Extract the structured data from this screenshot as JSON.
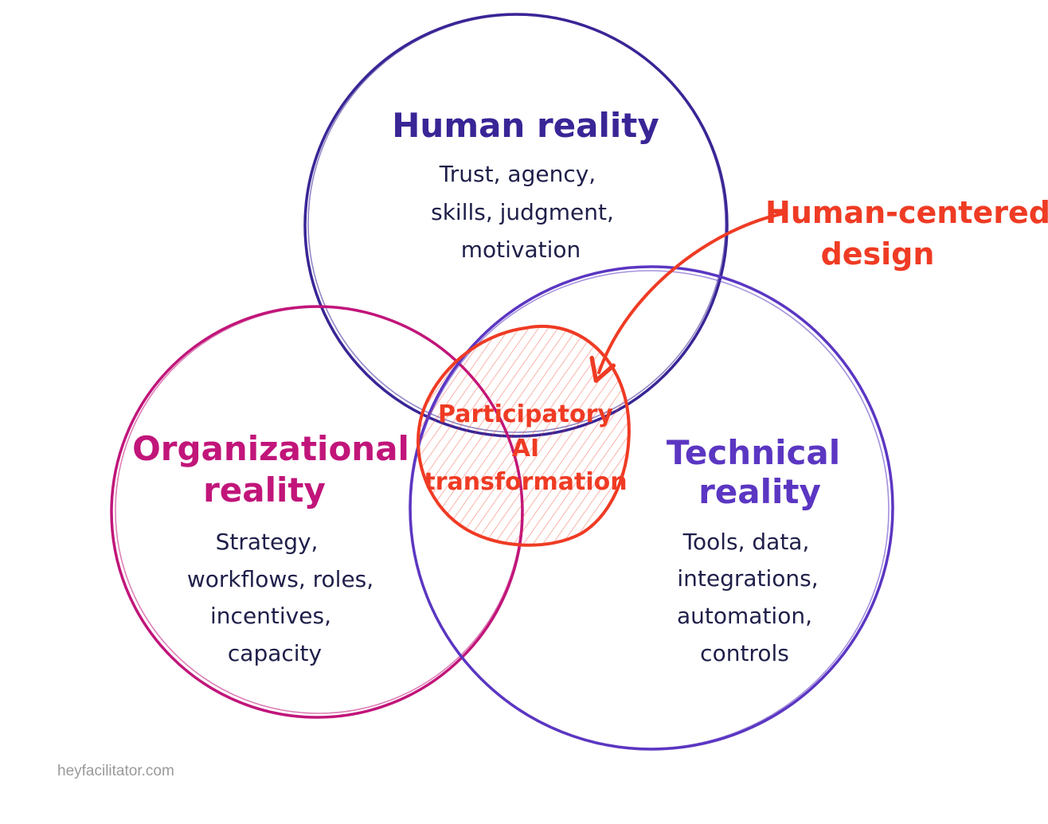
{
  "colors": {
    "human": "#3a2596",
    "organizational": "#c1157a",
    "technical": "#5b36c2",
    "center": "#ef3b24",
    "annotation": "#ef3b24",
    "body_text": "#1f1f4a",
    "watermark": "#9a9a9a"
  },
  "human": {
    "title": "Human reality",
    "lines": [
      "Trust, agency,",
      "skills, judgment,",
      "motivation"
    ]
  },
  "organizational": {
    "title_lines": [
      "Organizational",
      "reality"
    ],
    "lines": [
      "Strategy,",
      "workflows, roles,",
      "incentives,",
      "capacity"
    ]
  },
  "technical": {
    "title_lines": [
      "Technical",
      "reality"
    ],
    "lines": [
      "Tools, data,",
      "integrations,",
      "automation,",
      "controls"
    ]
  },
  "center": {
    "lines": [
      "Participatory",
      "AI",
      "transformation"
    ]
  },
  "annotation": {
    "lines": [
      "Human-centered",
      "design"
    ]
  },
  "watermark": "heyfacilitator.com"
}
